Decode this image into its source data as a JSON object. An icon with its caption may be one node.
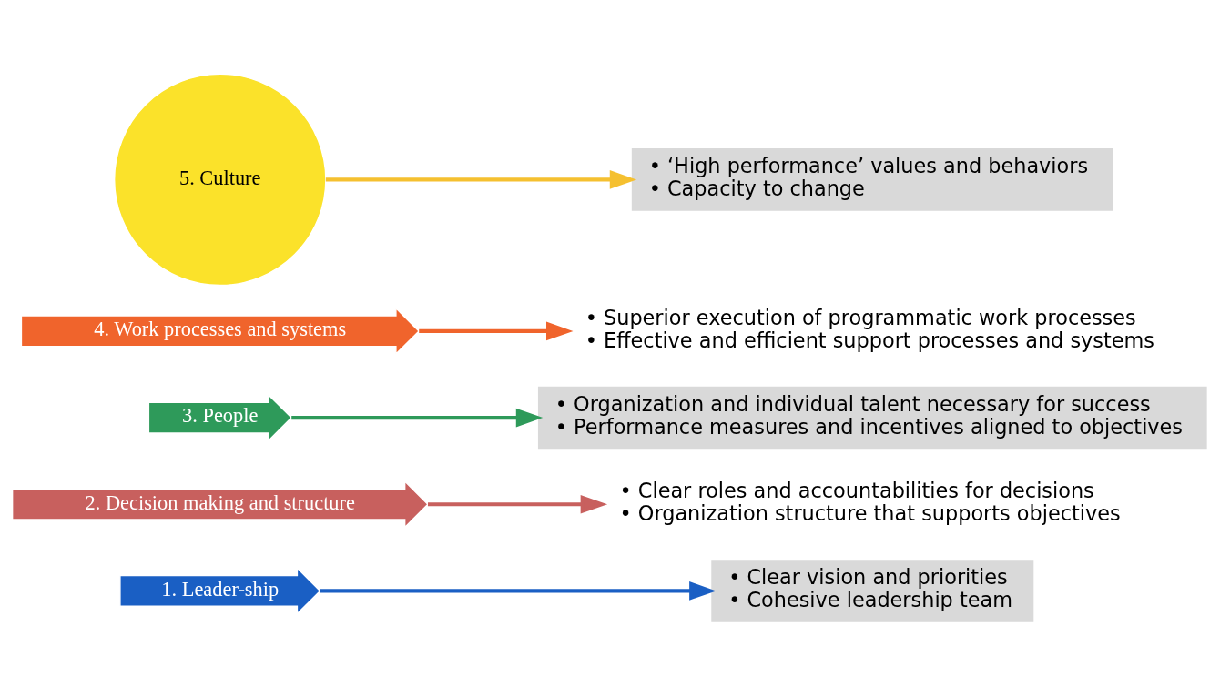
{
  "diagram": {
    "nodes": [
      {
        "text": [
          "1. Leader-ship"
        ]
      },
      {
        "text": [
          "2. Decision making and structure"
        ]
      },
      {
        "text": [
          "3. People"
        ]
      },
      {
        "text": [
          "4. Work processes and systems"
        ]
      },
      {
        "text": [
          "5. Culture"
        ]
      },
      {
        "text": [
          "• Clear vision and priorities",
          "• Cohesive leadership team"
        ]
      },
      {
        "text": [
          "• Clear roles and accountabilities for decisions",
          "• Organization structure that supports objectives"
        ]
      },
      {
        "text": [
          "• Organization and individual talent necessary for success",
          "• Performance measures and incentives aligned to objectives"
        ]
      },
      {
        "text": [
          "• Superior execution of programmatic work processes",
          "• Effective and efficient support processes and systems"
        ]
      },
      {
        "text": [
          "• ‘High performance’ values and behaviors",
          "• Capacity to change"
        ]
      }
    ],
    "edges": [
      {
        "from": 0,
        "to": 5,
        "arrow": "to",
        "color": "#1a5fc4"
      },
      {
        "from": 1,
        "to": 6,
        "arrow": "to",
        "color": "#c8605e"
      },
      {
        "from": 2,
        "to": 7,
        "arrow": "to",
        "color": "#2e9a5a"
      },
      {
        "from": 3,
        "to": 8,
        "arrow": "to",
        "color": "#f0642c"
      },
      {
        "from": 4,
        "to": 9,
        "arrow": "to",
        "color": "#f5c030"
      }
    ]
  }
}
